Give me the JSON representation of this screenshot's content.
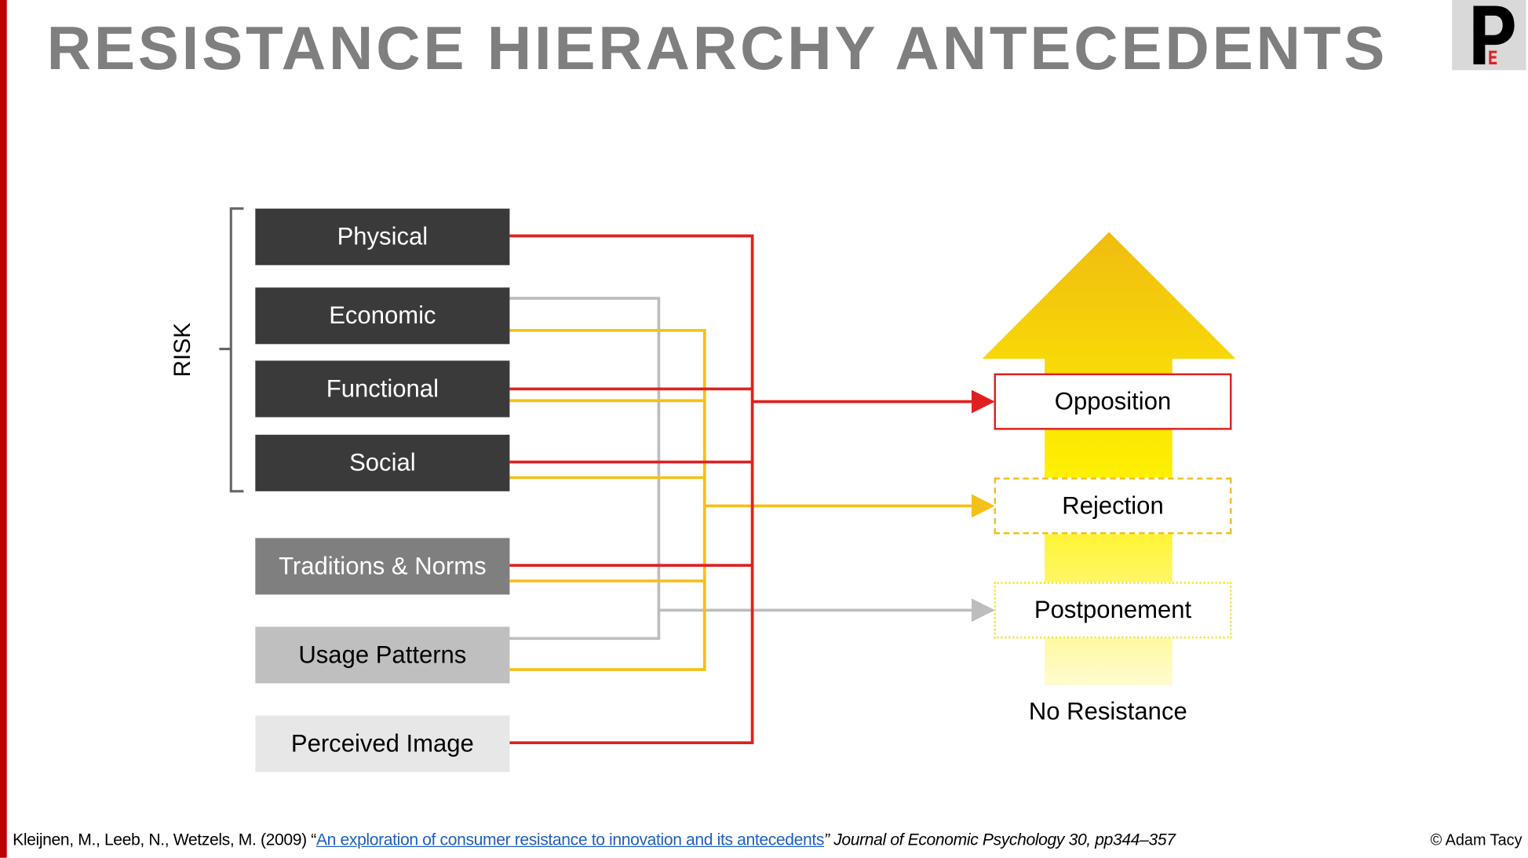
{
  "title": "RESISTANCE HIERARCHY ANTECEDENTS",
  "logo": {
    "letter": "P",
    "sub": "E"
  },
  "risk_label": "RISK",
  "antecedents": [
    "Physical",
    "Economic",
    "Functional",
    "Social",
    "Traditions & Norms",
    "Usage Patterns",
    "Perceived Image"
  ],
  "levels": {
    "opposition": "Opposition",
    "rejection": "Rejection",
    "postponement": "Postponement",
    "none": "No Resistance"
  },
  "colors": {
    "opposition": "#e02020",
    "rejection": "#f5c01a",
    "postponement": "#c0c0c0",
    "accent": "#c00000"
  },
  "footer": {
    "authors": "Kleijnen, M., Leeb, N., Wetzels, M. (2009) “",
    "link": "An exploration of consumer resistance to innovation and its antecedents",
    "journal": "” Journal of Economic Psychology 30, pp344–357",
    "copyright": "© Adam Tacy"
  }
}
